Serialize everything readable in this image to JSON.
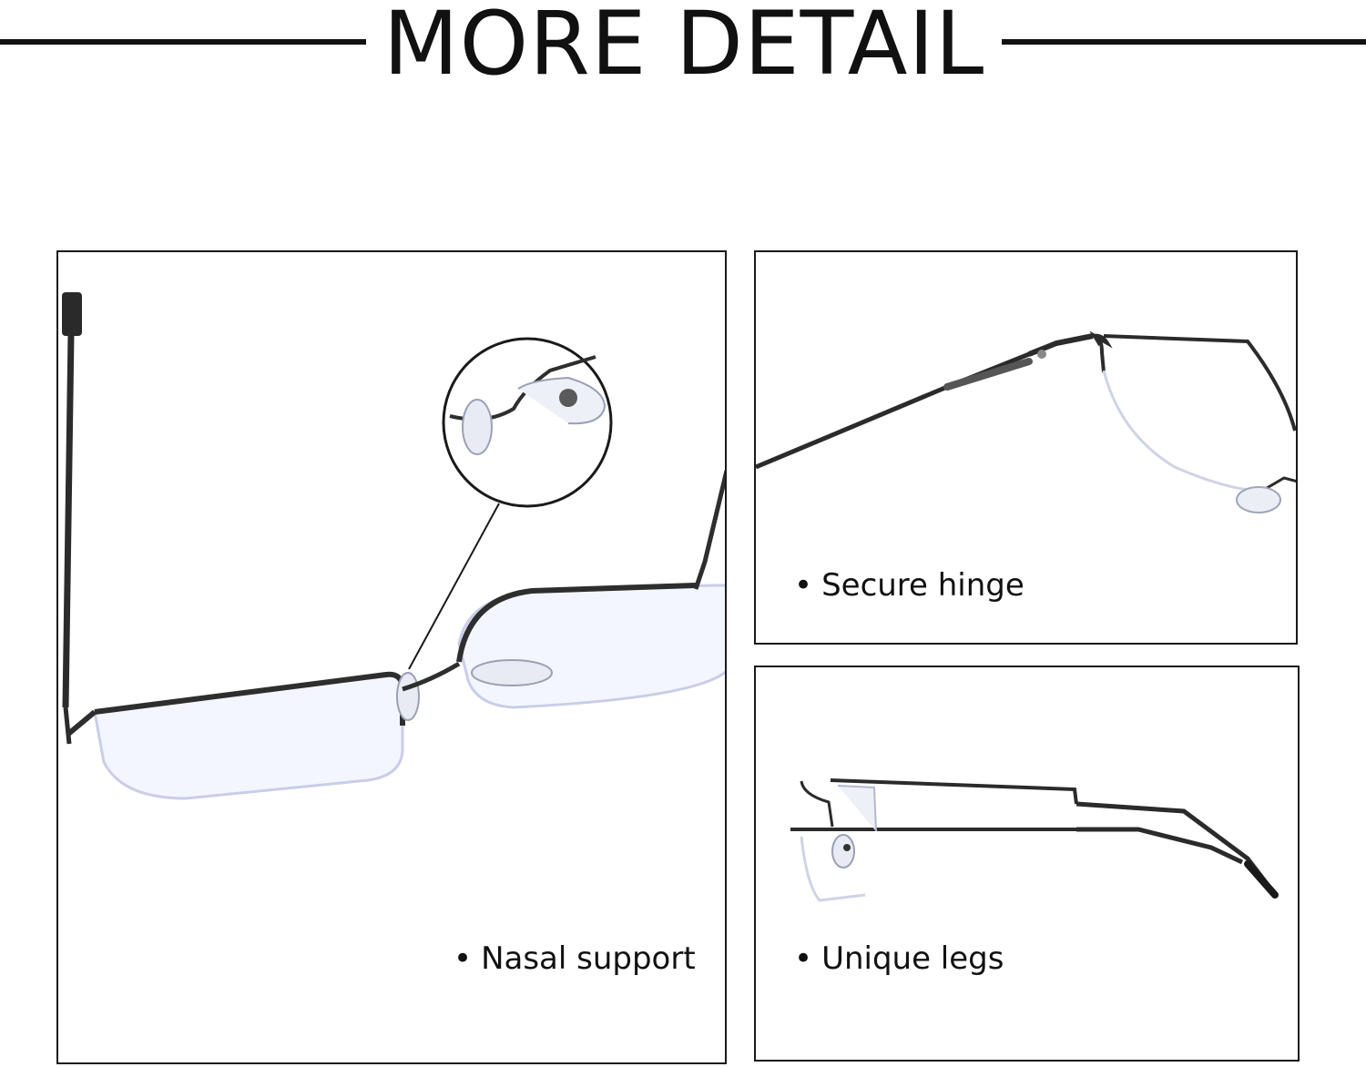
{
  "header": {
    "title": "MORE DETAIL"
  },
  "panels": [
    {
      "caption": "Nasal support"
    },
    {
      "caption": "Secure hinge"
    },
    {
      "caption": "Unique legs"
    }
  ],
  "bullet": "•"
}
